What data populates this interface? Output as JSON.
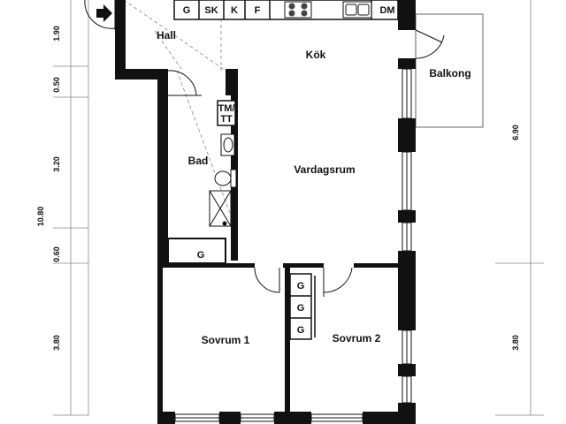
{
  "rooms": {
    "hall": "Hall",
    "kitchen": "Kök",
    "balcony": "Balkong",
    "bathroom": "Bad",
    "living": "Vardagsrum",
    "bedroom1": "Sovrum 1",
    "bedroom2": "Sovrum 2"
  },
  "fixtures": {
    "kitchen_row": [
      "G",
      "SK",
      "K",
      "F",
      "DM"
    ],
    "washer_dryer_line1": "TM/",
    "washer_dryer_line2": "TT",
    "wardrobe_hall": "G",
    "wardrobes_bedroom2": [
      "G",
      "G",
      "G"
    ]
  },
  "dimensions_left": [
    "1.90",
    "0.50",
    "3.20",
    "10.80",
    "0.60",
    "3.80"
  ],
  "dimensions_right": [
    "6.90",
    "3.80"
  ]
}
